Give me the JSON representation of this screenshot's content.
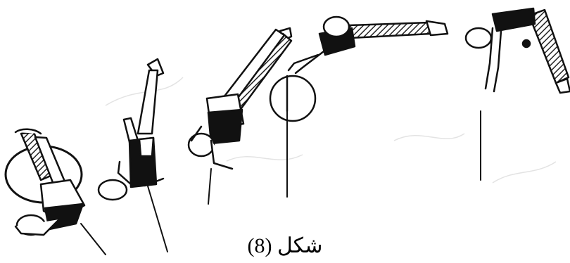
{
  "figure": {
    "caption": "شكل (8)",
    "icon": "gymnast-handspring-sequence",
    "frame_count": 5,
    "colors": {
      "ink": "#111111",
      "hatch": "#444444",
      "paper": "#ffffff"
    }
  }
}
